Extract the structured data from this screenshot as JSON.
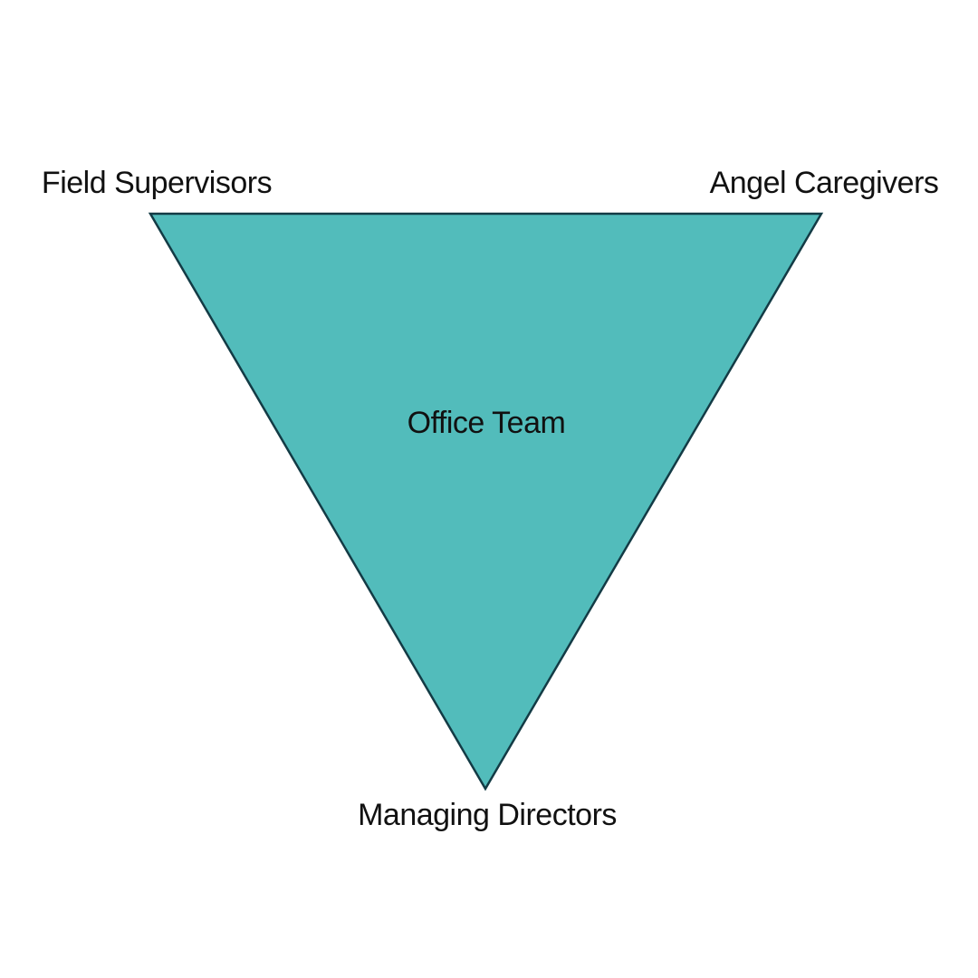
{
  "diagram": {
    "top_left_label": "Field Supervisors",
    "top_right_label": "Angel Caregivers",
    "center_label": "Office Team",
    "bottom_label": "Managing Directors"
  },
  "colors": {
    "triangle_fill": "#52bcbb",
    "triangle_stroke": "#133b45",
    "text": "#111111"
  }
}
